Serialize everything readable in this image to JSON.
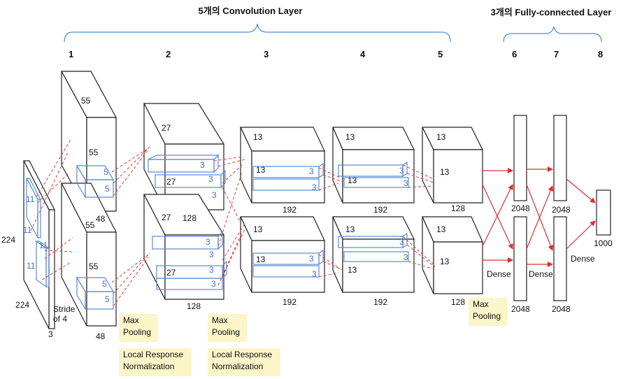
{
  "headers": {
    "conv": "5개의 Convolution Layer",
    "fc": "3개의 Fully-connected Layer"
  },
  "layer_numbers": [
    "1",
    "2",
    "3",
    "4",
    "5",
    "6",
    "7",
    "8"
  ],
  "input": {
    "height": "224",
    "width": "224",
    "depth": "3",
    "kernel": "11",
    "stride": "Stride\nof 4"
  },
  "layer1": {
    "dim": "55",
    "depth": "48",
    "kernel": "5"
  },
  "layer2": {
    "dim": "27",
    "depth": "128",
    "kernel": "3"
  },
  "layer3": {
    "dim": "13",
    "depth": "192",
    "kernel": "3"
  },
  "layer4": {
    "dim": "13",
    "depth": "192",
    "kernel": "3"
  },
  "layer5": {
    "dim": "13",
    "depth": "128"
  },
  "fc": {
    "fc6": "2048",
    "fc7": "2048",
    "fc8": "1000",
    "dense": "Dense"
  },
  "notes": {
    "max_pooling": "Max\nPooling",
    "lrn": "Local Response\nNormalization"
  },
  "colors": {
    "box": "#222222",
    "kernel": "#5b8ad6",
    "dashed": "#e03c3c",
    "arrow": "#d93030",
    "note_bg": "#fbf5c8"
  }
}
